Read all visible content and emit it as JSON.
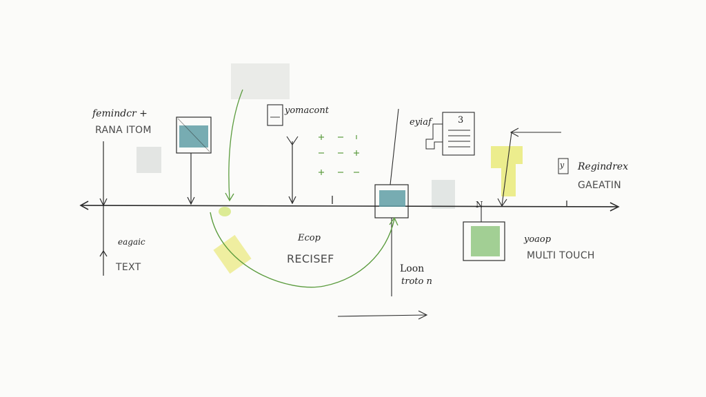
{
  "labels": {
    "reminder_hand": "femindcr +",
    "reminder_caps": "RANA ITOM",
    "component": "yomacont",
    "eyiaf": "eyiaf",
    "eyiaf_number": "3",
    "register_hand": "Regindrex",
    "register_caps": "GAEATIN",
    "register_glyph": "y",
    "text_hand": "eagaic",
    "text_caps": "TEXT",
    "recise_hand": "Ecop",
    "recise_caps": "RECISEF",
    "loon_hand_1": "Loon",
    "loon_hand_2": "troto n",
    "multi_hand": "yoaop",
    "multi_caps": "MULTI TOUCH",
    "axis_mark": "N"
  },
  "colors": {
    "ink": "#2b2b2b",
    "teal": "#5f9ea6",
    "teal_light": "#8fc1c6",
    "green": "#7fb56b",
    "green_line": "#5a9b3d",
    "yellow": "#e9ea7a",
    "gray_wash": "#dfe2e0"
  }
}
